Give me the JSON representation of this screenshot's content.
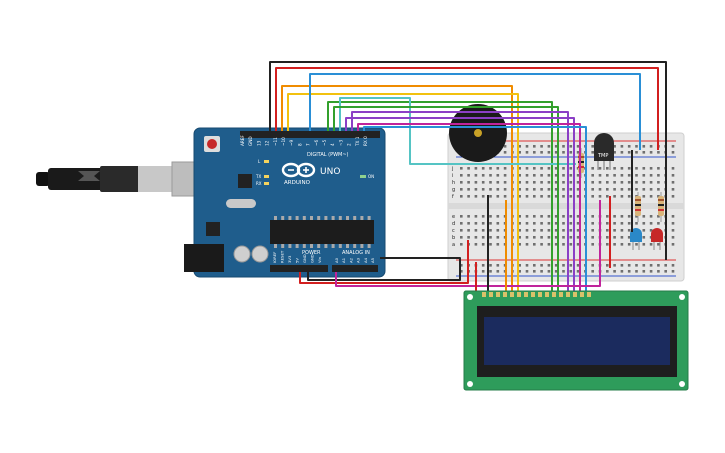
{
  "arduino": {
    "brand_text": "ARDUINO",
    "model_text": "UNO",
    "digital_header": "DIGITAL (PWM~)",
    "power_header": "POWER",
    "analog_header": "ANALOG IN",
    "on_label": "ON",
    "tx_label": "TX",
    "rx_label": "RX",
    "l_label": "L",
    "top_pin_labels": [
      "AREF",
      "GND",
      "13",
      "12",
      "~11",
      "~10",
      "~9",
      "8",
      "7",
      "~6",
      "~5",
      "4",
      "~3",
      "2",
      "TX 1",
      "RX 0"
    ],
    "bottom_pin_labels": [
      "IOREF",
      "RESET",
      "3V3",
      "5V",
      "GND",
      "GND",
      "Vin",
      "A0",
      "A1",
      "A2",
      "A3",
      "A4",
      "A5"
    ]
  },
  "breadboard": {
    "row_letters_top": [
      "j",
      "i",
      "h",
      "g",
      "f"
    ],
    "row_letters_bottom": [
      "e",
      "d",
      "c",
      "b",
      "a"
    ]
  },
  "sensor": {
    "label": "TMP"
  },
  "colors": {
    "board_blue": "#1f5d8c",
    "lcd_green": "#2e9c5b",
    "lcd_screen": "#1b2b5e",
    "breadboard": "#e4e4e4",
    "wire_black": "#222222",
    "wire_red": "#d21f1f",
    "wire_orange": "#f08c00",
    "wire_yellow": "#f2c10f",
    "wire_green": "#33a02c",
    "wire_blue": "#2a8fd6",
    "wire_cyan": "#55c4c4",
    "wire_purple": "#8b3fc6",
    "wire_magenta": "#c0249b"
  },
  "icons": {
    "usb_cable": "usb-cable-icon",
    "buzzer": "piezo-buzzer-icon",
    "led_blue": "blue-led-icon",
    "led_red": "red-led-icon",
    "resistor": "resistor-icon",
    "temp_sensor": "temperature-sensor-icon"
  }
}
